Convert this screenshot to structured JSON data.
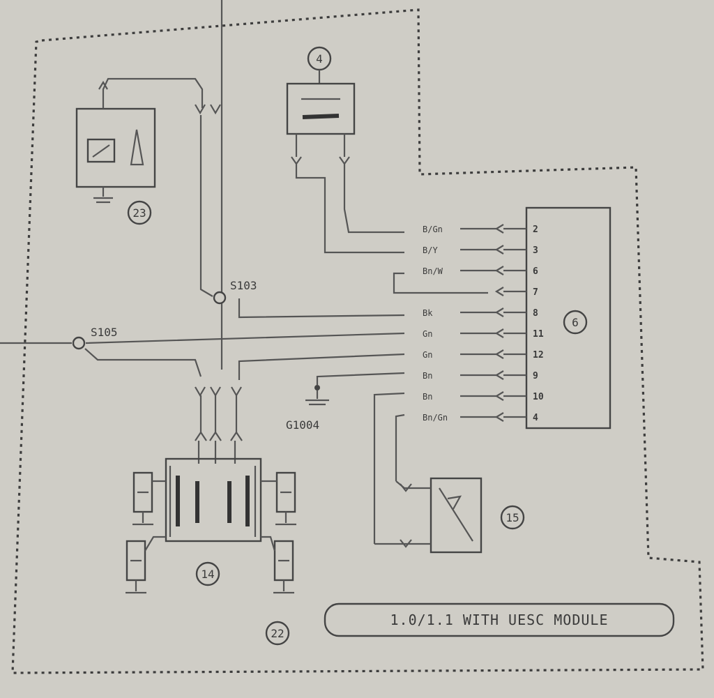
{
  "components": {
    "c23": "23",
    "c4": "4",
    "c6": "6",
    "c14": "14",
    "c15": "15",
    "c22": "22"
  },
  "splices": {
    "s103": "S103",
    "s105": "S105"
  },
  "ground": "G1004",
  "module_label": "1.0/1.1 WITH UESC MODULE",
  "connector_pins": [
    {
      "wire": "B/Gn",
      "pin": "2"
    },
    {
      "wire": "B/Y",
      "pin": "3"
    },
    {
      "wire": "Bn/W",
      "pin": "6"
    },
    {
      "wire": "",
      "pin": "7"
    },
    {
      "wire": "Bk",
      "pin": "8"
    },
    {
      "wire": "Gn",
      "pin": "11"
    },
    {
      "wire": "Gn",
      "pin": "12"
    },
    {
      "wire": "Bn",
      "pin": "9"
    },
    {
      "wire": "Bn",
      "pin": "10"
    },
    {
      "wire": "Bn/Gn",
      "pin": "4"
    }
  ]
}
